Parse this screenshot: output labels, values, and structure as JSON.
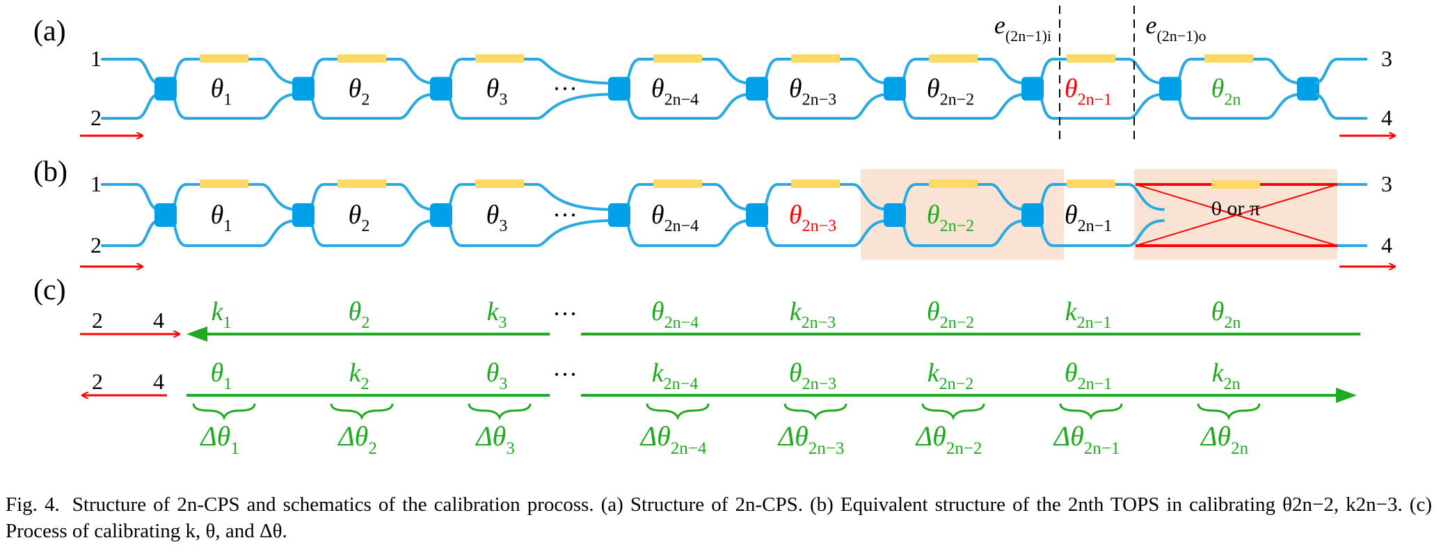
{
  "colors": {
    "waveguide": "#29a9e1",
    "coupler": "#00a0e9",
    "heater": "#ffd966",
    "red": "#ff0000",
    "green": "#1faa1f",
    "highlight": "#f8e3d4",
    "black": "#000000"
  },
  "panels": {
    "a": {
      "label": "(a)",
      "ports": {
        "in_top": "1",
        "in_bottom": "2",
        "out_top": "3",
        "out_bottom": "4"
      },
      "cells": [
        {
          "base": "θ",
          "sub": "1",
          "color": "black"
        },
        {
          "base": "θ",
          "sub": "2",
          "color": "black"
        },
        {
          "base": "θ",
          "sub": "3",
          "color": "black"
        },
        {
          "base": "θ",
          "sub": "2n−4",
          "color": "black"
        },
        {
          "base": "θ",
          "sub": "2n−3",
          "color": "black"
        },
        {
          "base": "θ",
          "sub": "2n−2",
          "color": "black"
        },
        {
          "base": "θ",
          "sub": "2n−1",
          "color": "red"
        },
        {
          "base": "θ",
          "sub": "2n",
          "color": "green"
        }
      ],
      "ellipsis": "···",
      "field_in": {
        "base": "e",
        "sub": "(2n−1)i"
      },
      "field_out": {
        "base": "e",
        "sub": "(2n−1)o"
      }
    },
    "b": {
      "label": "(b)",
      "ports": {
        "in_top": "1",
        "in_bottom": "2",
        "out_top": "3",
        "out_bottom": "4"
      },
      "cells": [
        {
          "base": "θ",
          "sub": "1",
          "color": "black"
        },
        {
          "base": "θ",
          "sub": "2",
          "color": "black"
        },
        {
          "base": "θ",
          "sub": "3",
          "color": "black"
        },
        {
          "base": "θ",
          "sub": "2n−4",
          "color": "black"
        },
        {
          "base": "θ",
          "sub": "2n−3",
          "color": "red"
        },
        {
          "base": "θ",
          "sub": "2n−2",
          "color": "green"
        },
        {
          "base": "θ",
          "sub": "2n−1",
          "color": "black"
        }
      ],
      "ellipsis": "···",
      "cross_label": "0 or π"
    },
    "c": {
      "label": "(c)",
      "row1": {
        "ports": {
          "left": "2",
          "right": "4"
        },
        "ellipsis": "···",
        "items": [
          {
            "base": "k",
            "sub": "1"
          },
          {
            "base": "θ",
            "sub": "2"
          },
          {
            "base": "k",
            "sub": "3"
          },
          {
            "base": "θ",
            "sub": "2n−4"
          },
          {
            "base": "k",
            "sub": "2n−3"
          },
          {
            "base": "θ",
            "sub": "2n−2"
          },
          {
            "base": "k",
            "sub": "2n−1"
          },
          {
            "base": "θ",
            "sub": "2n"
          }
        ]
      },
      "row2": {
        "ports": {
          "left": "2",
          "right": "4"
        },
        "ellipsis": "···",
        "items": [
          {
            "base": "θ",
            "sub": "1"
          },
          {
            "base": "k",
            "sub": "2"
          },
          {
            "base": "θ",
            "sub": "3"
          },
          {
            "base": "k",
            "sub": "2n−4"
          },
          {
            "base": "θ",
            "sub": "2n−3"
          },
          {
            "base": "k",
            "sub": "2n−2"
          },
          {
            "base": "θ",
            "sub": "2n−1"
          },
          {
            "base": "k",
            "sub": "2n"
          }
        ],
        "deltas": [
          {
            "base": "Δθ",
            "sub": "1"
          },
          {
            "base": "Δθ",
            "sub": "2"
          },
          {
            "base": "Δθ",
            "sub": "3"
          },
          {
            "base": "Δθ",
            "sub": "2n−4"
          },
          {
            "base": "Δθ",
            "sub": "2n−3"
          },
          {
            "base": "Δθ",
            "sub": "2n−2"
          },
          {
            "base": "Δθ",
            "sub": "2n−1"
          },
          {
            "base": "Δθ",
            "sub": "2n"
          }
        ]
      }
    }
  },
  "caption": {
    "label": "Fig. 4.",
    "text": "Structure of 2n-CPS and schematics of the calibration procoss. (a) Structure of 2n-CPS. (b) Equivalent structure of the 2nth TOPS in calibrating θ2n−2, k2n−3. (c) Process of calibrating k, θ, and Δθ."
  }
}
